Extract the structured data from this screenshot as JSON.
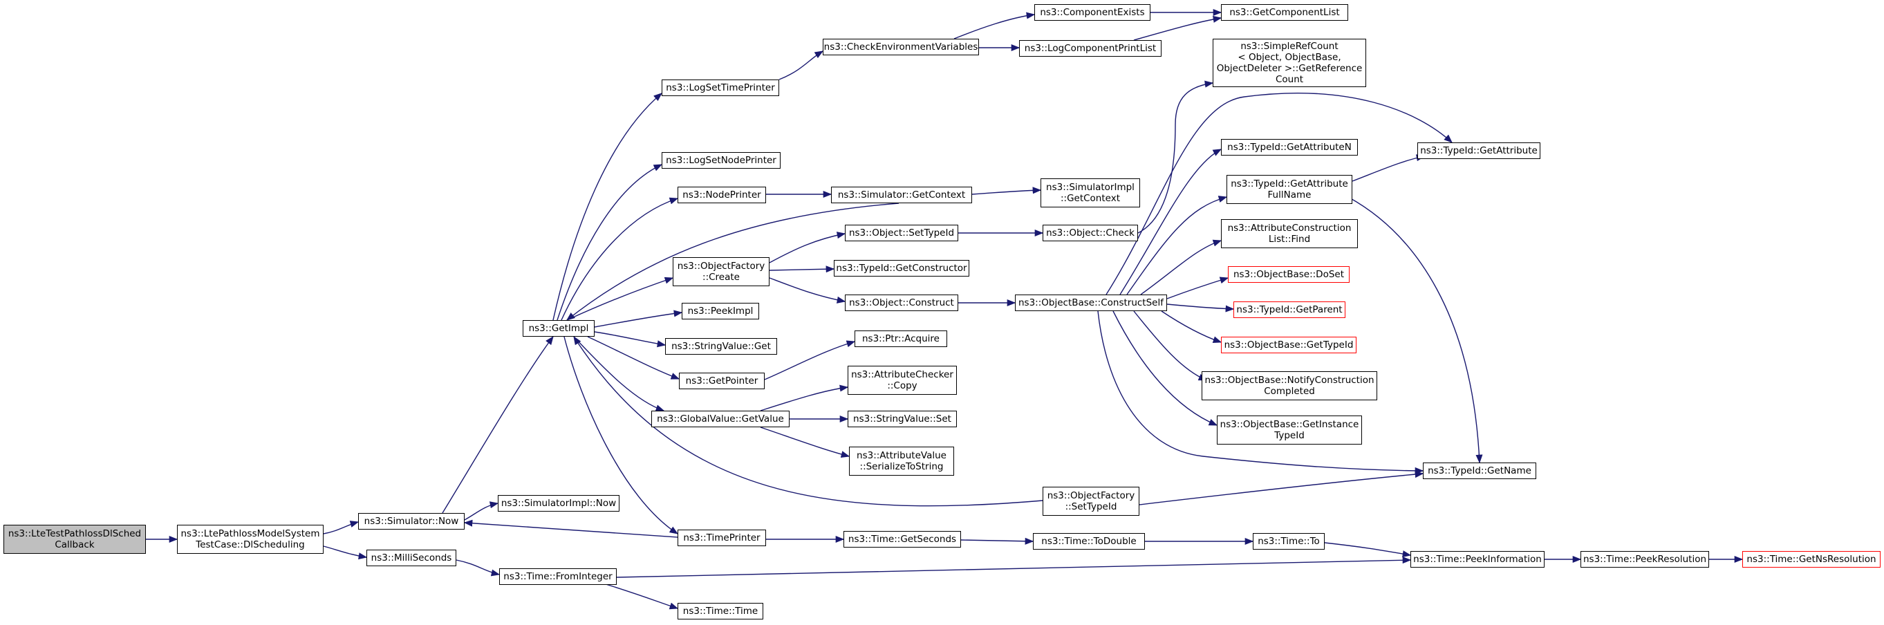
{
  "colors": {
    "edge": "#191970",
    "root_fill": "#bfbfbf",
    "truncated_border": "#ff0000",
    "node_border": "#000000"
  },
  "nodes": {
    "n_root": "ns3::LteTestPathlossDlSched\nCallback",
    "n_dlsched": "ns3::LtePathlossModelSystem\nTestCase::DlScheduling",
    "n_simnow": "ns3::Simulator::Now",
    "n_milli": "ns3::MilliSeconds",
    "n_simimplnow": "ns3::SimulatorImpl::Now",
    "n_fromint": "ns3::Time::FromInteger",
    "n_timetime": "ns3::Time::Time",
    "n_getimpl": "ns3::GetImpl",
    "n_logtime": "ns3::LogSetTimePrinter",
    "n_lognode": "ns3::LogSetNodePrinter",
    "n_nodeprinter": "ns3::NodePrinter",
    "n_ofcreate": "ns3::ObjectFactory\n::Create",
    "n_peekimpl": "ns3::PeekImpl",
    "n_strget": "ns3::StringValue::Get",
    "n_getpointer": "ns3::GetPointer",
    "n_gvget": "ns3::GlobalValue::GetValue",
    "n_timeprinter": "ns3::TimePrinter",
    "n_checkenv": "ns3::CheckEnvironmentVariables",
    "n_compexists": "ns3::ComponentExists",
    "n_logcompprint": "ns3::LogComponentPrintList",
    "n_getcomplist": "ns3::GetComponentList",
    "n_simgetctx": "ns3::Simulator::GetContext",
    "n_simimplctx": "ns3::SimulatorImpl\n::GetContext",
    "n_objsettid": "ns3::Object::SetTypeId",
    "n_tidgetctor": "ns3::TypeId::GetConstructor",
    "n_objconstruct": "ns3::Object::Construct",
    "n_objcheck": "ns3::Object::Check",
    "n_ptracquire": "ns3::Ptr::Acquire",
    "n_attrcopy": "ns3::AttributeChecker\n::Copy",
    "n_strset": "ns3::StringValue::Set",
    "n_attrser": "ns3::AttributeValue\n::SerializeToString",
    "n_ofsettid": "ns3::ObjectFactory\n::SetTypeId",
    "n_timegetsec": "ns3::Time::GetSeconds",
    "n_todouble": "ns3::Time::ToDouble",
    "n_timeto": "ns3::Time::To",
    "n_peekinfo": "ns3::Time::PeekInformation",
    "n_peekres": "ns3::Time::PeekResolution",
    "n_getnsres": "ns3::Time::GetNsResolution",
    "n_construct": "ns3::ObjectBase::ConstructSelf",
    "n_refcount": "ns3::SimpleRefCount\n< Object, ObjectBase,\n ObjectDeleter >::GetReference\nCount",
    "n_getattrn": "ns3::TypeId::GetAttributeN",
    "n_getattrfull": "ns3::TypeId::GetAttribute\nFullName",
    "n_getattr": "ns3::TypeId::GetAttribute",
    "n_acfind": "ns3::AttributeConstruction\nList::Find",
    "n_doset": "ns3::ObjectBase::DoSet",
    "n_getparent": "ns3::TypeId::GetParent",
    "n_obgettid": "ns3::ObjectBase::GetTypeId",
    "n_notify": "ns3::ObjectBase::NotifyConstruction\nCompleted",
    "n_getinst": "ns3::ObjectBase::GetInstance\nTypeId",
    "n_getname": "ns3::TypeId::GetName"
  }
}
